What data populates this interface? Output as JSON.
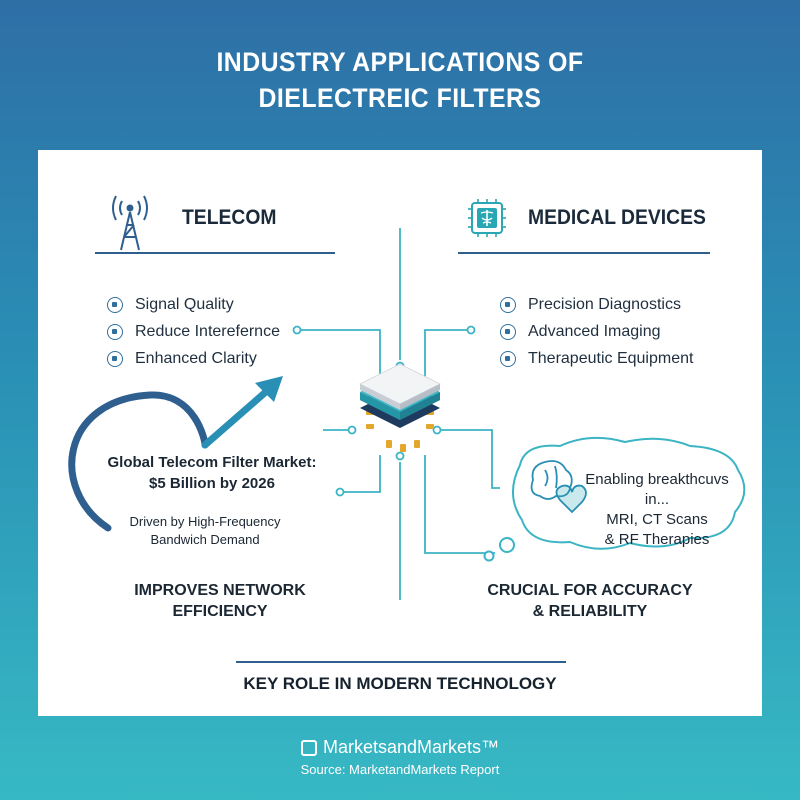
{
  "header": {
    "title_line1": "INDUSTRY APPLICATIONS OF",
    "title_line2": "DIELECTREIC FILTERS"
  },
  "telecom": {
    "heading": "TELECOM",
    "icon": "cell-tower-icon",
    "items": [
      "Signal Quality",
      "Reduce Interefernce",
      "Enhanced Clarity"
    ],
    "market_line1": "Global Telecom Filter Market:",
    "market_line2": "$5 Billion by 2026",
    "driver_line1": "Driven by High-Frequency",
    "driver_line2": "Bandwich Demand",
    "summary_line1": "IMPROVES NETWORK",
    "summary_line2": "EFFICIENCY"
  },
  "medical": {
    "heading": "MEDICAL DEVICES",
    "icon": "caduceus-chip-icon",
    "items": [
      "Precision Diagnostics",
      "Advanced Imaging",
      "Therapeutic Equipment"
    ],
    "thought_line1": "Enabling breakthcuvs in...",
    "thought_line2": "MRI, CT Scans",
    "thought_line3": "& RF Therapies",
    "summary_line1": "CRUCIAL FOR ACCURACY",
    "summary_line2": "& RELIABILITY"
  },
  "center": {
    "icon": "dielectric-filter-chip-icon"
  },
  "banner": {
    "text": "KEY ROLE IN MODERN TECHNOLOGY"
  },
  "footer": {
    "brand": "MarketsandMarkets™",
    "source": "Source: MarketandMarkets Report"
  },
  "colors": {
    "accent_dark": "#2e5f8f",
    "accent_teal": "#2aa7b4",
    "connector": "#3bb4c4"
  }
}
